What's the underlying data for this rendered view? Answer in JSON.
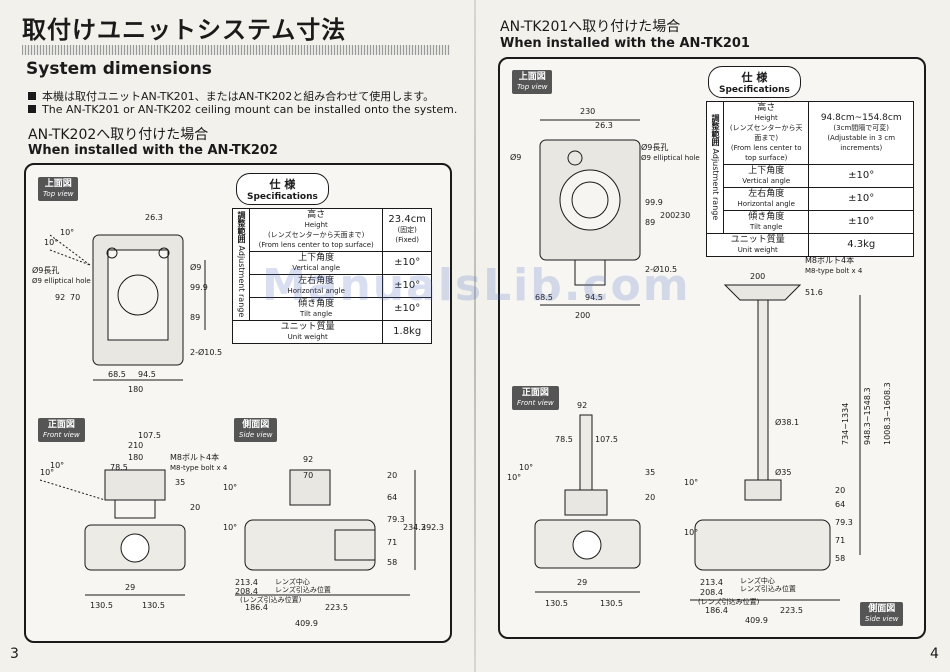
{
  "left_page": {
    "title_jp": "取付けユニットシステム寸法",
    "title_en": "System dimensions",
    "bullets": [
      "本機は取付ユニットAN-TK201、またはAN-TK202と組み合わせて使用します。",
      "The AN-TK201 or AN-TK202 ceiling mount can be installed onto the system."
    ],
    "section_jp": "AN-TK202へ取り付けた場合",
    "section_en": "When installed with the AN-TK202",
    "top_view": {
      "jp": "上面図",
      "en": "Top view"
    },
    "front_view": {
      "jp": "正面図",
      "en": "Front view"
    },
    "side_view": {
      "jp": "側面図",
      "en": "Side view"
    },
    "spec_title_jp": "仕 様",
    "spec_title_en": "Specifications",
    "spec_side_jp": "調整範囲",
    "spec_side_en": "Adjustment range",
    "spec_rows": [
      {
        "jp": "高さ",
        "en": "Height",
        "note_jp": "(レンズセンターから天面まで)",
        "note_en": "(From lens center to top surface)",
        "value": "23.4cm",
        "value_note_jp": "(固定)",
        "value_note_en": "(Fixed)"
      },
      {
        "jp": "上下角度",
        "en": "Vertical angle",
        "value": "±10°"
      },
      {
        "jp": "左右角度",
        "en": "Horizontal angle",
        "value": "±10°"
      },
      {
        "jp": "傾き角度",
        "en": "Tilt angle",
        "value": "±10°"
      },
      {
        "jp": "ユニット質量",
        "en": "Unit weight",
        "value": "1.8kg"
      }
    ],
    "top_dims": [
      "26.3",
      "Ø9",
      "99.9",
      "89",
      "92",
      "70",
      "68.5",
      "94.5",
      "180",
      "2-Ø10.5",
      "10°",
      "10°"
    ],
    "top_notes": {
      "hole_jp": "Ø9長孔",
      "hole_en": "Ø9 elliptical hole"
    },
    "front_dims": [
      "107.5",
      "210",
      "180",
      "78.5",
      "35",
      "29",
      "130.5",
      "130.5",
      "10°",
      "10°",
      "20"
    ],
    "front_notes": {
      "bolt_jp": "M8ボルト4本",
      "bolt_en": "M8-type bolt x 4"
    },
    "side_dims": [
      "92",
      "70",
      "20",
      "64",
      "79.3",
      "71",
      "58",
      "234.3",
      "292.3",
      "213.4",
      "208.4",
      "186.4",
      "223.5",
      "409.9",
      "10°",
      "10°"
    ],
    "side_notes": {
      "lens_center_jp": "レンズ中心",
      "lens_shift_jp": "レンズ引込み位置",
      "lens_shift_en": "(レンズ引込み位置)"
    },
    "page_number": "3"
  },
  "right_page": {
    "section_jp": "AN-TK201へ取り付けた場合",
    "section_en": "When installed with the AN-TK201",
    "top_view": {
      "jp": "上面図",
      "en": "Top view"
    },
    "front_view": {
      "jp": "正面図",
      "en": "Front view"
    },
    "side_view": {
      "jp": "側面図",
      "en": "Side view"
    },
    "spec_title_jp": "仕 様",
    "spec_title_en": "Specifications",
    "spec_side_jp": "調整範囲",
    "spec_side_en": "Adjustment range",
    "spec_rows": [
      {
        "jp": "高さ",
        "en": "Height",
        "note_jp": "(レンズセンターから天面まで)",
        "note_en": "(From lens center to top surface)",
        "value": "94.8cm~154.8cm",
        "value_note_jp": "(3cm間隔で可変)",
        "value_note_en": "(Adjustable in 3 cm increments)"
      },
      {
        "jp": "上下角度",
        "en": "Vertical angle",
        "value": "±10°"
      },
      {
        "jp": "左右角度",
        "en": "Horizontal angle",
        "value": "±10°"
      },
      {
        "jp": "傾き角度",
        "en": "Tilt angle",
        "value": "±10°"
      },
      {
        "jp": "ユニット質量",
        "en": "Unit weight",
        "value": "4.3kg"
      }
    ],
    "top_dims": [
      "230",
      "26.3",
      "Ø9",
      "99.9",
      "89",
      "200",
      "230",
      "2-Ø10.5",
      "68.5",
      "94.5",
      "200"
    ],
    "top_notes": {
      "hole_jp": "Ø9長孔",
      "hole_en": "Ø9 elliptical hole"
    },
    "pole_dims": [
      "200",
      "51.6",
      "Ø38.1",
      "Ø35",
      "734~1334",
      "948.3~1548.3",
      "1008.3~1608.3"
    ],
    "pole_notes": {
      "bolt_jp": "M8ボルト4本",
      "bolt_en": "M8-type bolt x 4"
    },
    "front_dims": [
      "92",
      "78.5",
      "107.5",
      "35",
      "29",
      "130.5",
      "130.5",
      "10°",
      "10°",
      "20"
    ],
    "side_dims": [
      "20",
      "64",
      "79.3",
      "71",
      "58",
      "213.4",
      "208.4",
      "186.4",
      "223.5",
      "409.9",
      "10°",
      "10°"
    ],
    "side_notes": {
      "lens_center_jp": "レンズ中心",
      "lens_shift_jp": "レンズ引込み位置",
      "lens_shift_en": "(レンズ引込み位置)"
    },
    "page_number": "4"
  },
  "watermark": "ManualsLib.com"
}
